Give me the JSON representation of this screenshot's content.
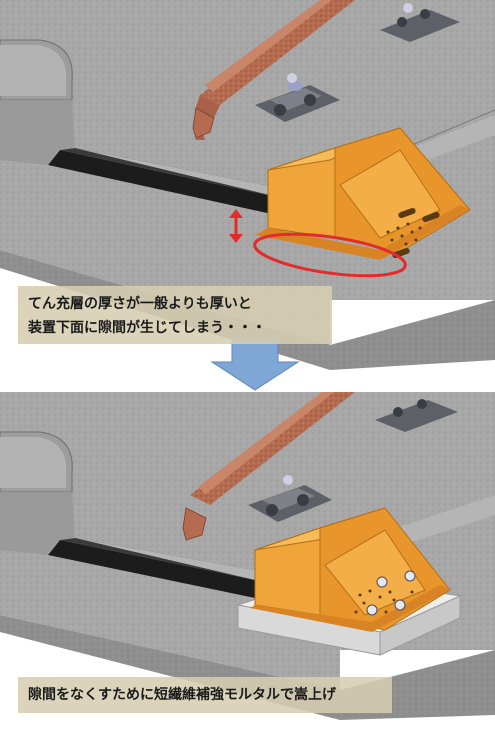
{
  "captions": {
    "before_line1": "てん充層の厚さが一般よりも厚いと",
    "before_line2": "装置下面に隙間が生じてしまう・・・",
    "after": "隙間をなくすために短繊維補強モルタルで嵩上げ"
  },
  "icons": {
    "gap_indicator": "double-arrow-icon",
    "highlight": "red-ellipse-icon",
    "transition": "down-arrow-icon"
  },
  "colors": {
    "concrete": "#a9a9a9",
    "rail": "#b0694f",
    "stopper": "#f2a93b",
    "mortar": "#e4e4e4",
    "arrow": "#7fa7d6",
    "highlight": "#e52a2a"
  }
}
